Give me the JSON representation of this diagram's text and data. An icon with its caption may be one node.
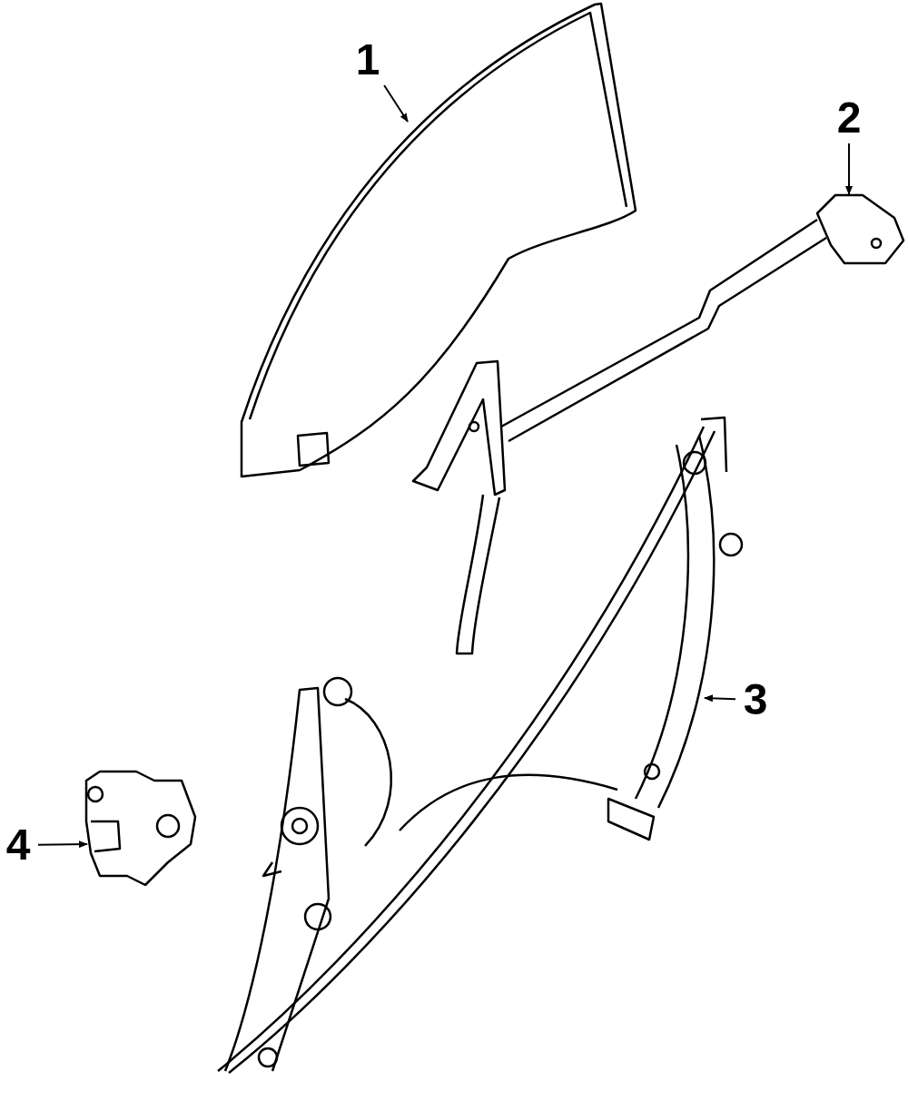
{
  "diagram": {
    "nodes": [
      {
        "text": [
          "1"
        ]
      },
      {
        "text": [],
        "shape": "picture"
      },
      {
        "text": [
          "2"
        ]
      },
      {
        "text": [],
        "shape": "picture"
      },
      {
        "text": [
          "3"
        ]
      },
      {
        "text": [],
        "shape": "picture"
      },
      {
        "text": [
          "4"
        ]
      },
      {
        "text": [],
        "shape": "picture"
      }
    ],
    "edges": [
      {
        "from": 0,
        "to": 1,
        "arrow": "to"
      },
      {
        "from": 2,
        "to": 3,
        "arrow": "to"
      },
      {
        "from": 4,
        "to": 5,
        "arrow": "to"
      },
      {
        "from": 6,
        "to": 7,
        "arrow": "to"
      }
    ]
  }
}
